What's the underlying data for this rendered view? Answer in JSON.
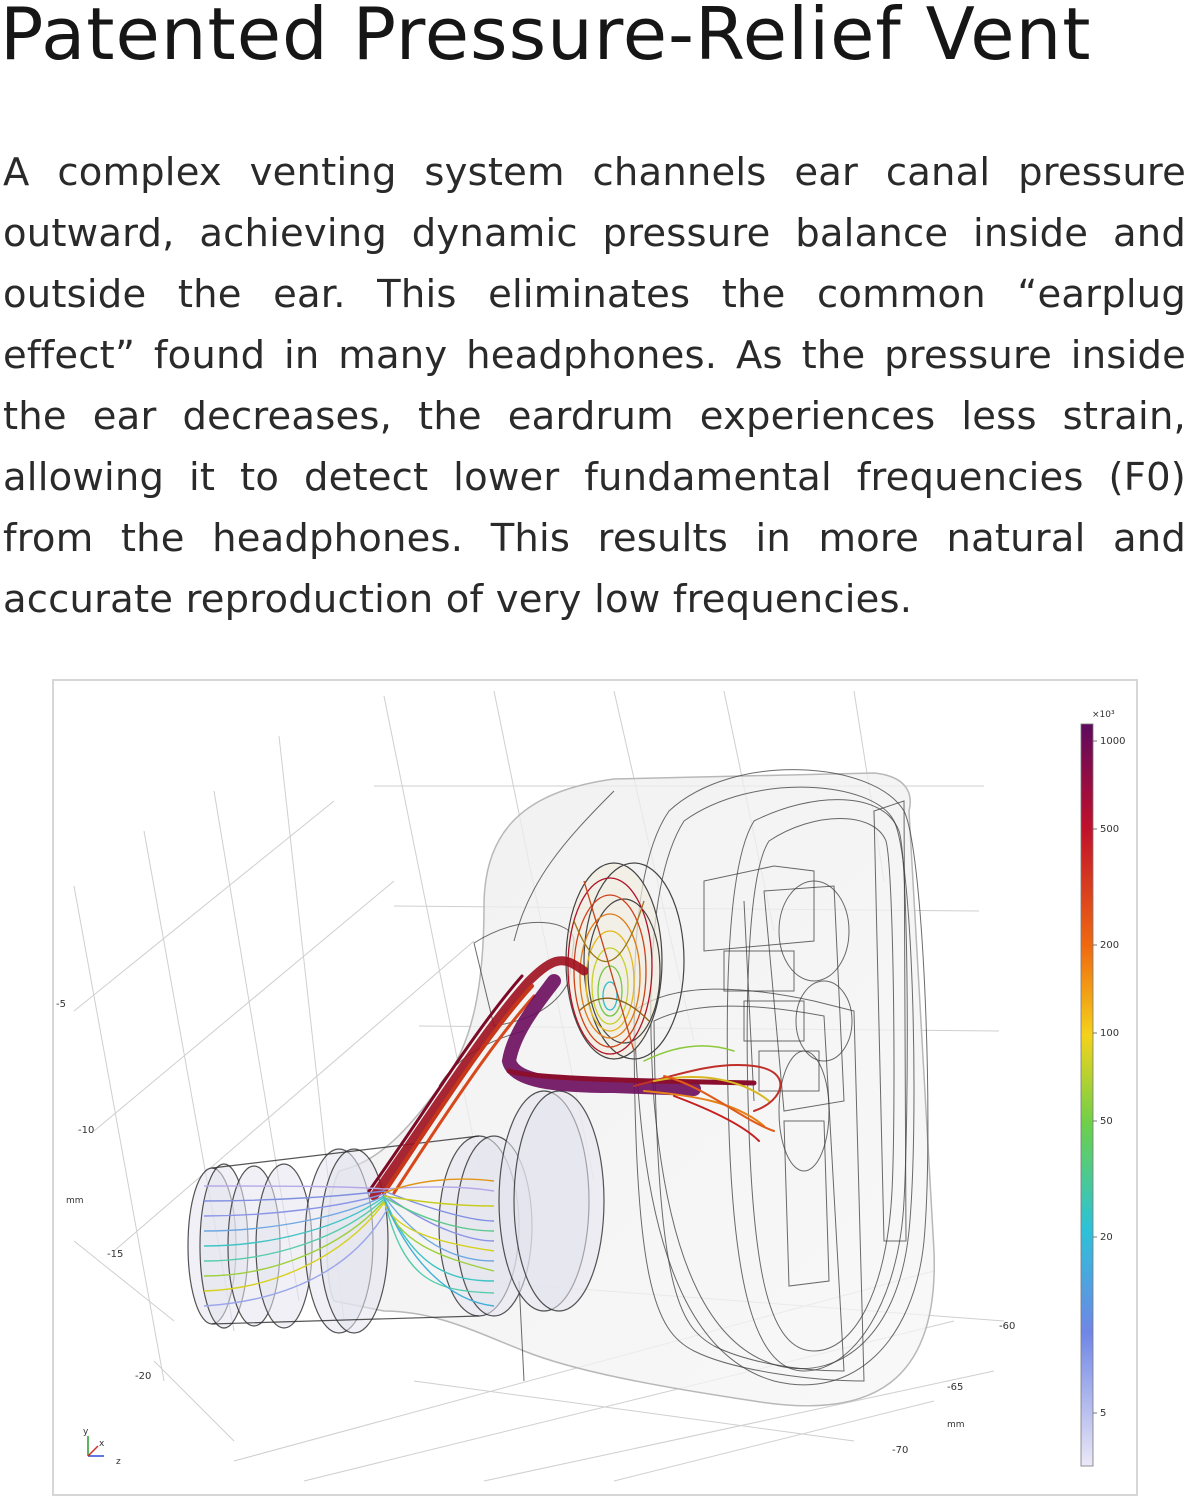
{
  "page": {
    "title": "Patented Pressure-Relief Vent",
    "description": "A complex venting system channels ear canal pressure outward, achieving dynamic pressure balance inside and outside the ear. This eliminates the common “earplug effect” found in many headphones. As the pressure inside the ear decreases, the eardrum experiences less strain, allowing it to detect lower fundamental frequencies (F0) from the headphones. This results in more natural and accurate reproduction of very low frequencies."
  },
  "figure": {
    "y_axis": {
      "ticks": [
        "-5",
        "-10",
        "-15",
        "-20"
      ],
      "unit": "mm"
    },
    "z_axis": {
      "ticks": [
        "-60",
        "-65",
        "-70"
      ],
      "unit": "mm"
    },
    "colorbar": {
      "multiplier": "×10³",
      "ticks": [
        "1000",
        "500",
        "200",
        "100",
        "50",
        "20",
        "5"
      ]
    },
    "triad": {
      "y": "y",
      "x": "x",
      "z": "z"
    },
    "colors": {
      "stream_low": "#8c8ee6",
      "stream_mid": "#3fc4c4",
      "stream_high": "#d6d11c",
      "stream_max": "#a80f1c",
      "stream_peak": "#6a0c5c"
    }
  }
}
